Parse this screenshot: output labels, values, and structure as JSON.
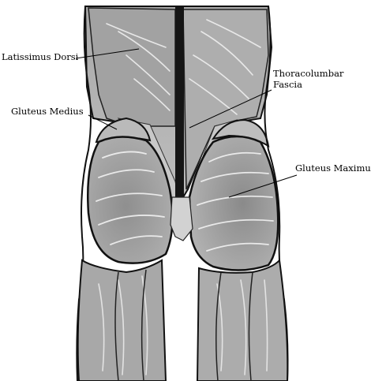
{
  "labels": {
    "latissimus_dorsi": "Latissimus Dorsi",
    "thoracolumbar_line1": "Thoracolumbar",
    "thoracolumbar_line2": "Fascia",
    "gluteus_medius": "Gluteus Medius",
    "gluteus_maximus": "Gluteus Maximus"
  },
  "colors": {
    "outline": "#111111",
    "muscle_light": "#b5b5b5",
    "muscle_mid": "#9a9a9a",
    "muscle_dark": "#7c7c7c",
    "fiber": "#f2f2f2",
    "spine": "#151515",
    "leader_line": "#000000"
  }
}
